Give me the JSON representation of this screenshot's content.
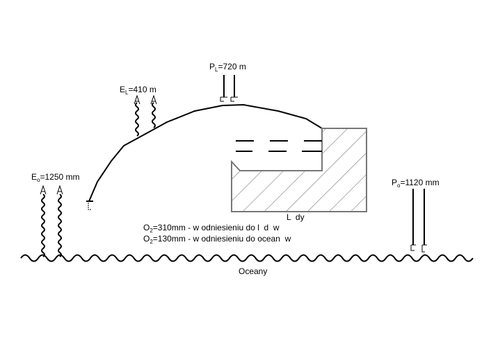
{
  "labels": {
    "evap_land": {
      "main": "E",
      "sub": "L",
      "rest": "=410 m"
    },
    "precip_land": {
      "main": "P",
      "sub": "L",
      "rest": "=720 m"
    },
    "evap_ocean": {
      "main": "E",
      "sub": "o",
      "rest": "=1250 mm"
    },
    "precip_ocean": {
      "main": "P",
      "sub": "o",
      "rest": "=1120 mm"
    },
    "land": "L  dy",
    "outflow_land": {
      "main": "O",
      "sub": "2",
      "rest": "=310mm - w odniesieniu do l  d  w"
    },
    "outflow_ocean": {
      "main": "O",
      "sub": "2",
      "rest": "=130mm - w odniesieniu do ocean  w"
    },
    "ocean": "Oceany"
  }
}
